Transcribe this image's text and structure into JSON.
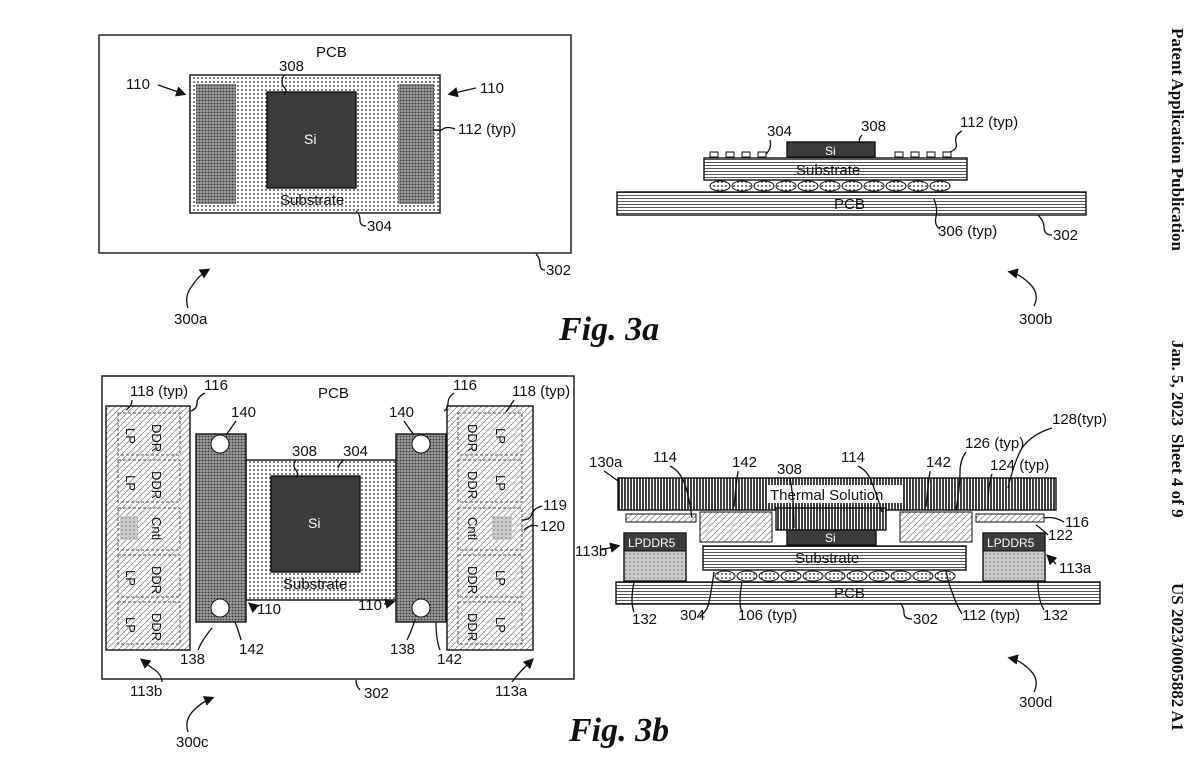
{
  "header": {
    "publication": "Patent Application Publication",
    "date": "Jan. 5, 2023",
    "sheet": "Sheet 4 of 9",
    "number": "US 2023/0005882 A1"
  },
  "fig3a": {
    "caption": "Fig. 3a",
    "top": {
      "pcb": "PCB",
      "si": "Si",
      "substrate": "Substrate",
      "ref_110_left": "110",
      "ref_110_right": "110",
      "ref_308": "308",
      "ref_112": "112 (typ)",
      "ref_304": "304",
      "ref_302": "302",
      "ref_300a": "300a"
    },
    "side": {
      "si": "Si",
      "substrate": "Substrate",
      "pcb": "PCB",
      "ref_304": "304",
      "ref_308": "308",
      "ref_112": "112 (typ)",
      "ref_306": "306 (typ)",
      "ref_302": "302",
      "ref_300b": "300b"
    }
  },
  "fig3b": {
    "caption": "Fig. 3b",
    "top": {
      "pcb": "PCB",
      "si": "Si",
      "substrate": "Substrate",
      "lp": "LP",
      "ddr": "DDR",
      "cntl": "Cntl",
      "ref_118_left": "118 (typ)",
      "ref_116_left": "116",
      "ref_140_left": "140",
      "ref_308": "308",
      "ref_304": "304",
      "ref_140_right": "140",
      "ref_116_right": "116",
      "ref_118_right": "118 (typ)",
      "ref_119": "119",
      "ref_120": "120",
      "ref_110_left": "110",
      "ref_110_right": "110",
      "ref_138_left": "138",
      "ref_142_left": "142",
      "ref_138_right": "138",
      "ref_142_right": "142",
      "ref_113b": "113b",
      "ref_302": "302",
      "ref_113a": "113a",
      "ref_300c": "300c"
    },
    "side": {
      "thermal": "Thermal Solution",
      "si": "Si",
      "substrate": "Substrate",
      "pcb": "PCB",
      "lpddr_left": "LPDDR5",
      "lpddr_right": "LPDDR5",
      "ref_130a": "130a",
      "ref_114_left": "114",
      "ref_142_left": "142",
      "ref_308": "308",
      "ref_114_right": "114",
      "ref_142_right": "142",
      "ref_126": "126 (typ)",
      "ref_128": "128(typ)",
      "ref_124": "124 (typ)",
      "ref_116": "116",
      "ref_122": "122",
      "ref_113b": "113b",
      "ref_113a": "113a",
      "ref_132_left": "132",
      "ref_304": "304",
      "ref_106": "106 (typ)",
      "ref_302": "302",
      "ref_112": "112 (typ)",
      "ref_132_right": "132",
      "ref_300d": "300d"
    }
  }
}
